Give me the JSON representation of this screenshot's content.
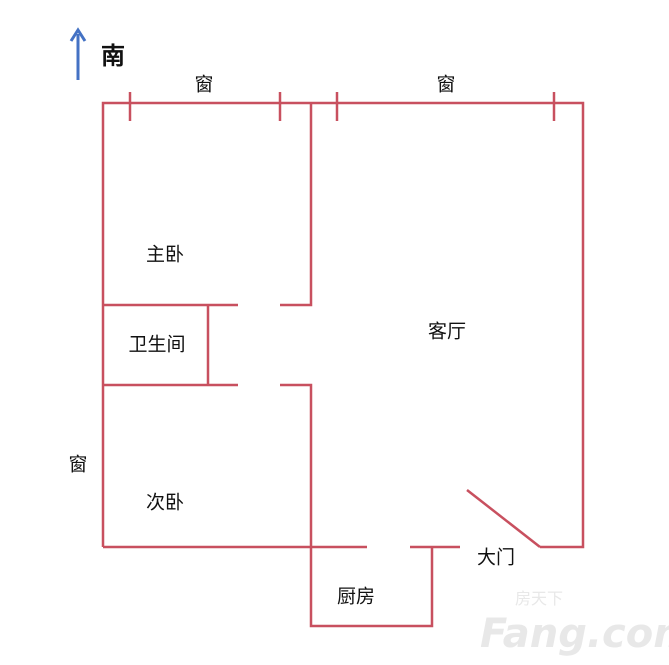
{
  "compass": {
    "label": "南",
    "arrow_color": "#4472c4"
  },
  "wall_color": "#c8505f",
  "windows": {
    "top_left": "窗",
    "top_right": "窗",
    "left": "窗"
  },
  "rooms": {
    "master_bedroom": "主卧",
    "bathroom": "卫生间",
    "second_bedroom": "次卧",
    "living_room": "客厅",
    "kitchen": "厨房",
    "main_door": "大门"
  },
  "watermark": {
    "cn": "房天下",
    "en": "Fang.com"
  }
}
